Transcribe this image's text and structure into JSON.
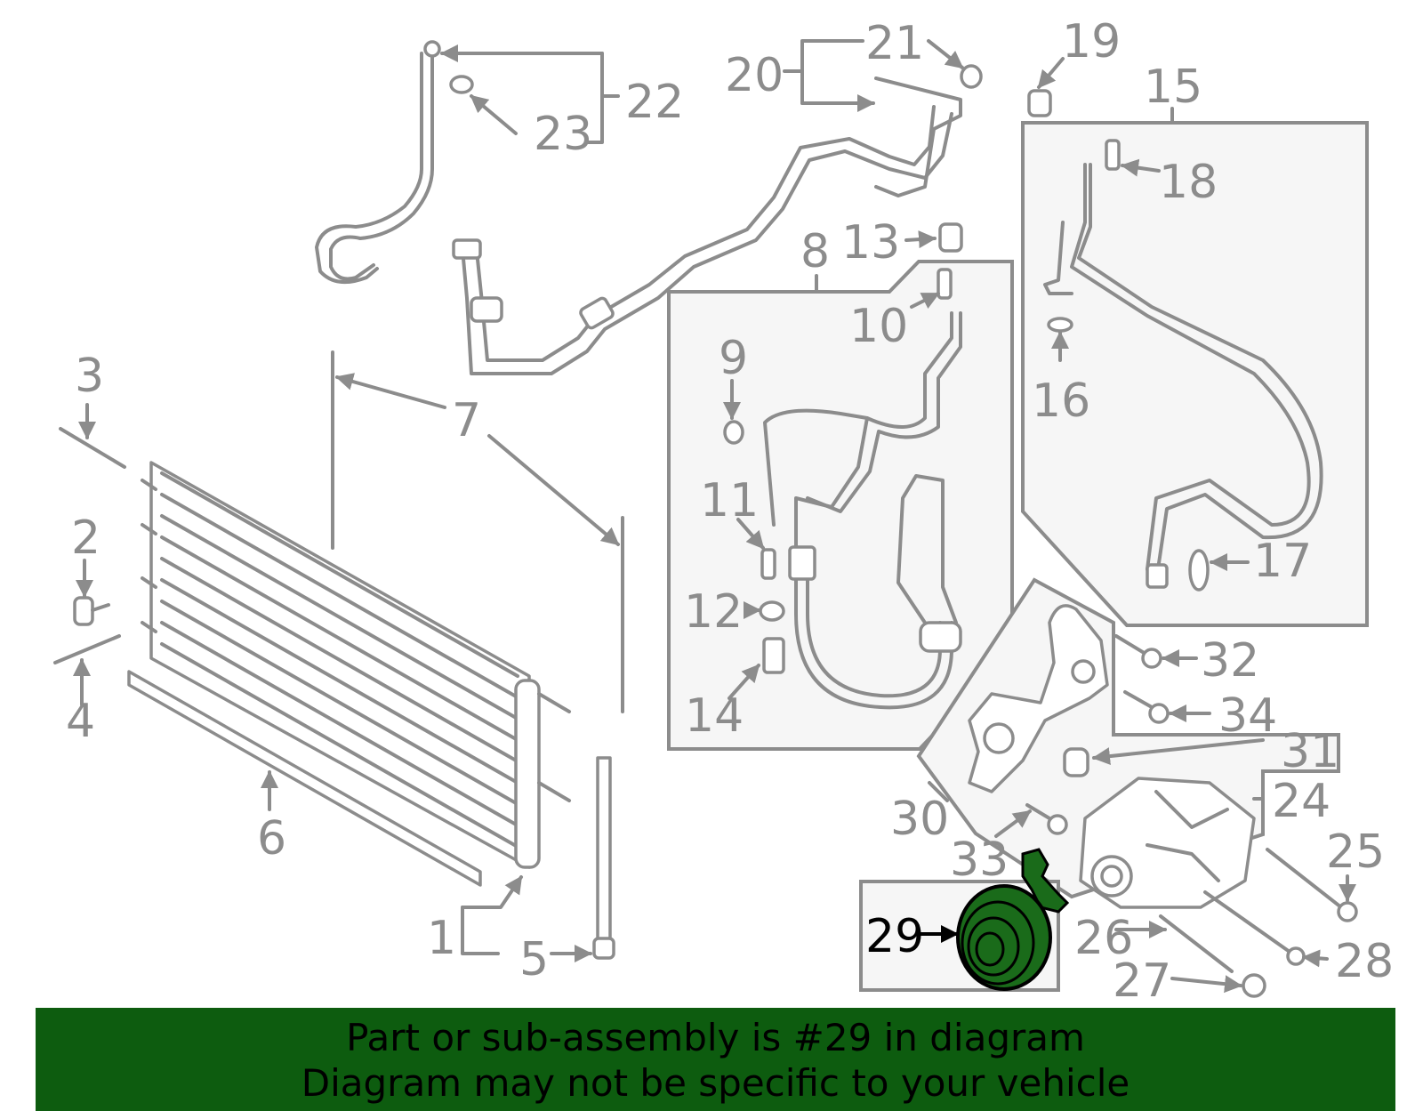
{
  "diagram": {
    "highlight_color": "#1a6b1a",
    "line_color": "#8c8c8c",
    "highlighted_part": "29",
    "callouts": [
      "1",
      "2",
      "3",
      "4",
      "5",
      "6",
      "7",
      "8",
      "9",
      "10",
      "11",
      "12",
      "13",
      "14",
      "15",
      "16",
      "17",
      "18",
      "19",
      "20",
      "21",
      "22",
      "23",
      "24",
      "25",
      "26",
      "27",
      "28",
      "29",
      "30",
      "31",
      "32",
      "33",
      "34"
    ]
  },
  "banner": {
    "background": "#0d5c0f",
    "line1": "Part or sub-assembly is #29 in diagram",
    "line2": "Diagram may not be specific to your vehicle"
  }
}
